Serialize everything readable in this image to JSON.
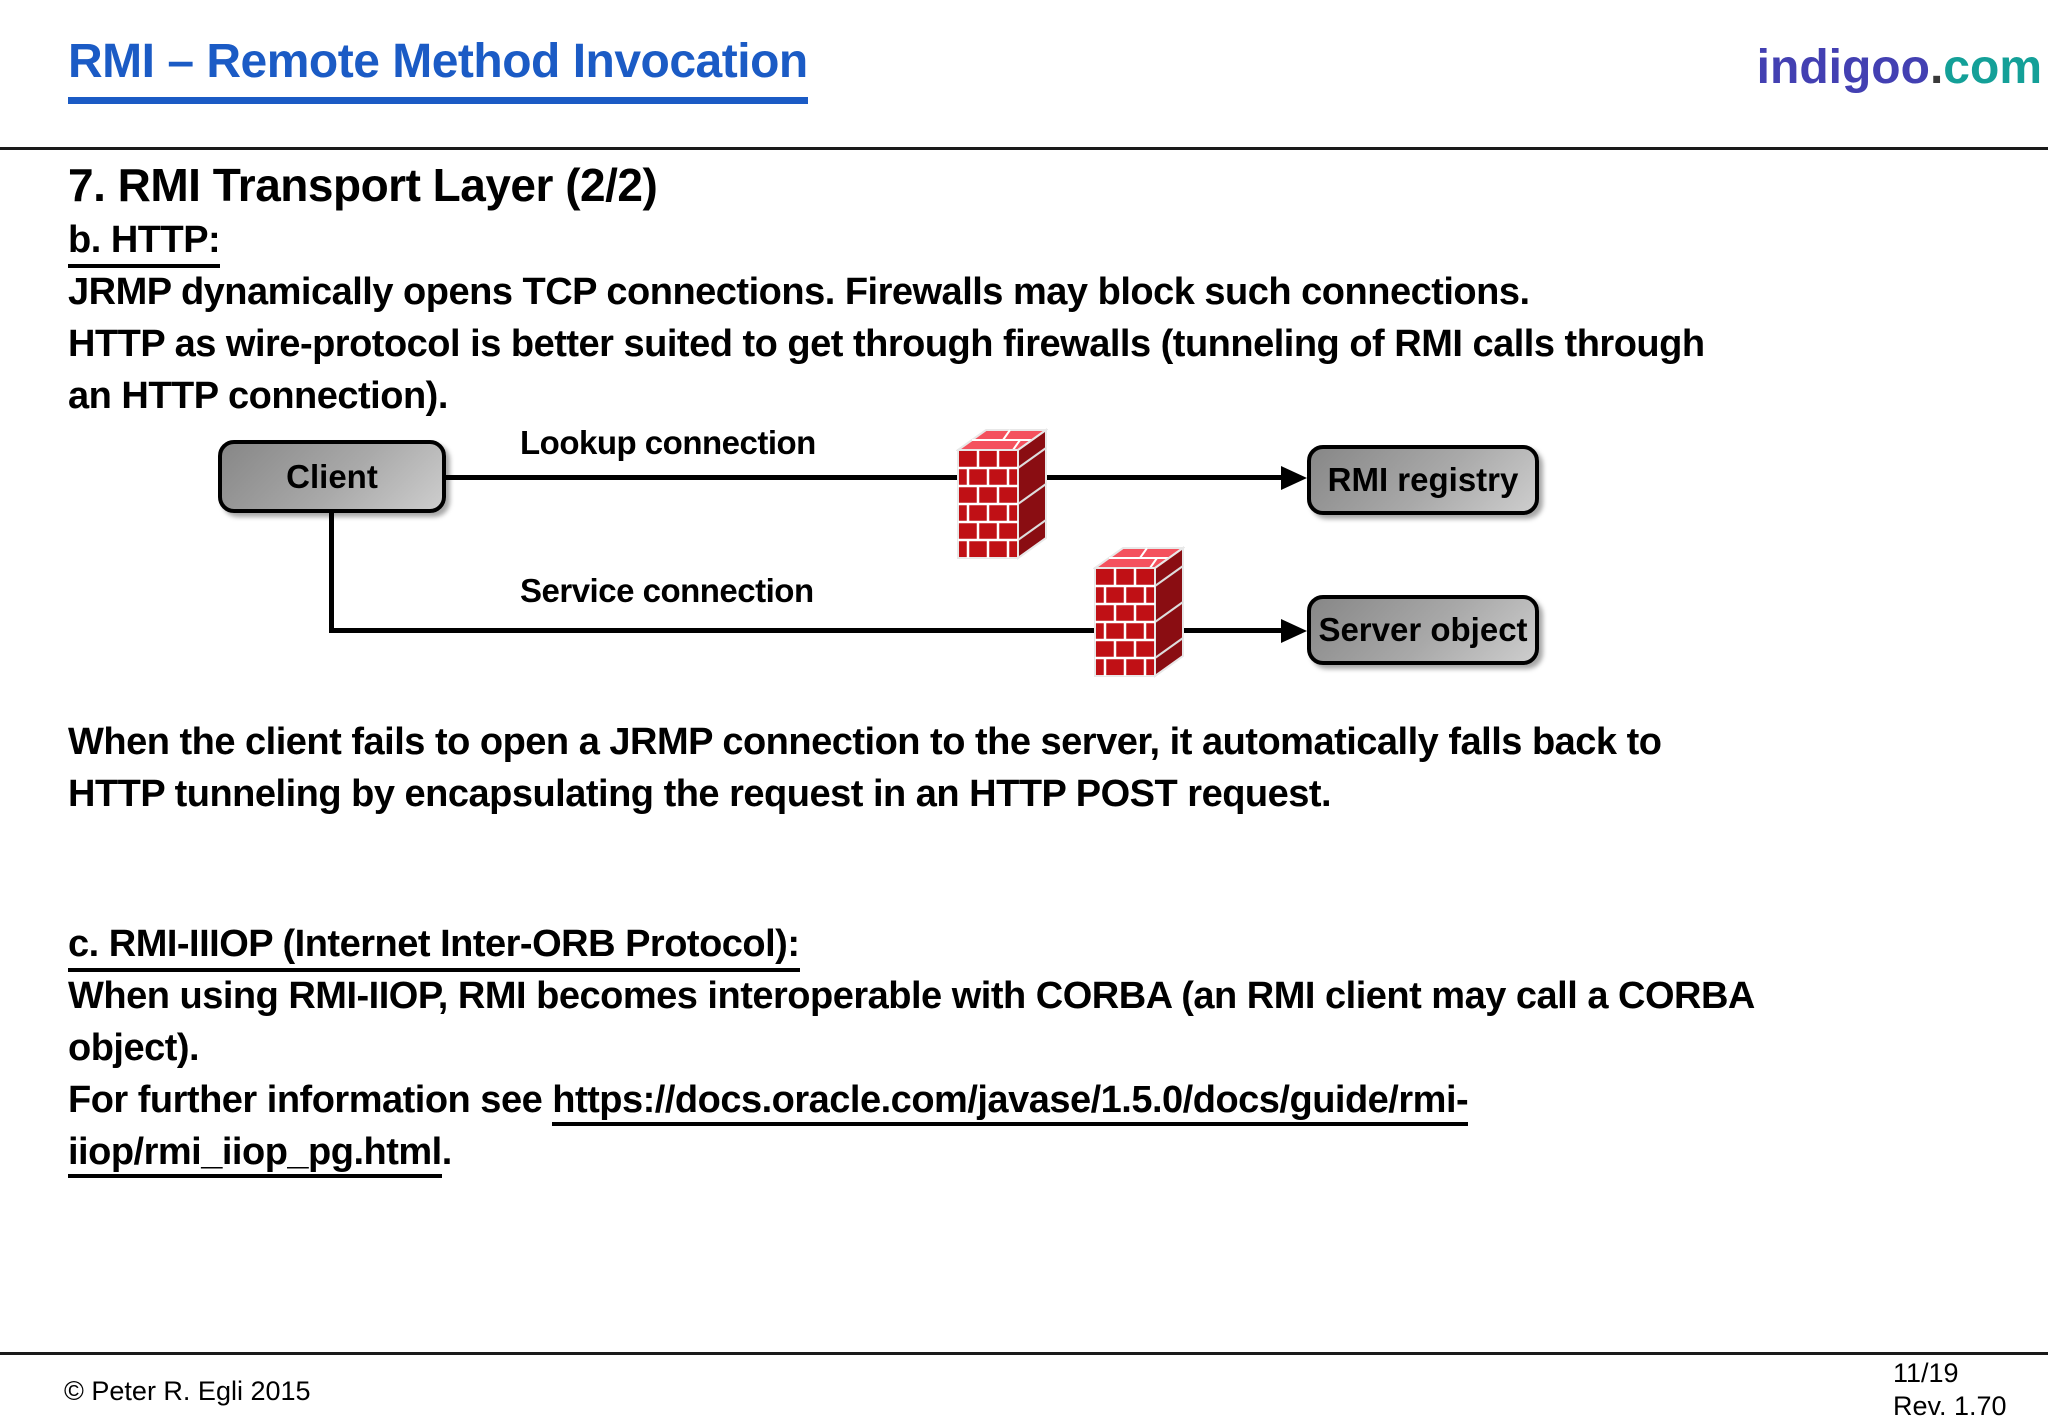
{
  "header": {
    "title": "RMI – Remote Method Invocation",
    "logo": {
      "part1": "indigoo",
      "dot": ".",
      "part2": "com"
    }
  },
  "slide": {
    "heading": "7. RMI Transport Layer (2/2)",
    "section_b_label": "b. HTTP:",
    "paragraph1": [
      "JRMP dynamically opens TCP connections. Firewalls may block such connections.",
      "HTTP as wire-protocol is better suited to get through firewalls (tunneling of RMI calls through",
      "an HTTP connection)."
    ],
    "diagram": {
      "client_label": "Client",
      "lookup_label": "Lookup connection",
      "service_label": "Service connection",
      "registry_label": "RMI registry",
      "server_label": "Server object",
      "firewall_icon": "firewall-brick-wall"
    },
    "paragraph2": [
      "When the client fails to open a JRMP connection to the server, it automatically falls back to",
      "HTTP tunneling by encapsulating the request in an HTTP POST request."
    ],
    "section_c_label": "c. RMI-IIIOP (Internet Inter-ORB Protocol):",
    "paragraph3": [
      "When using RMI-IIOP, RMI becomes interoperable with CORBA (an RMI client may call a CORBA",
      "object)."
    ],
    "further_info_prefix": "For further information see ",
    "link_line1": "https://docs.oracle.com/javase/1.5.0/docs/guide/rmi-",
    "link_line2": "iiop/rmi_iiop_pg.html",
    "link_suffix": "."
  },
  "footer": {
    "copyright": "© Peter R. Egli 2015",
    "page": "11/19",
    "revision": "Rev. 1.70"
  },
  "colors": {
    "title_blue": "#1B5BC5",
    "logo_indigo": "#4340B2",
    "logo_dot_gray": "#3A3A3A",
    "logo_teal": "#14A098",
    "brick_red": "#C01015",
    "brick_top_pink": "#F4515E",
    "brick_side_dark": "#8A0D12",
    "node_gradient_start": "#878787",
    "node_gradient_end": "#CDCDCD"
  }
}
